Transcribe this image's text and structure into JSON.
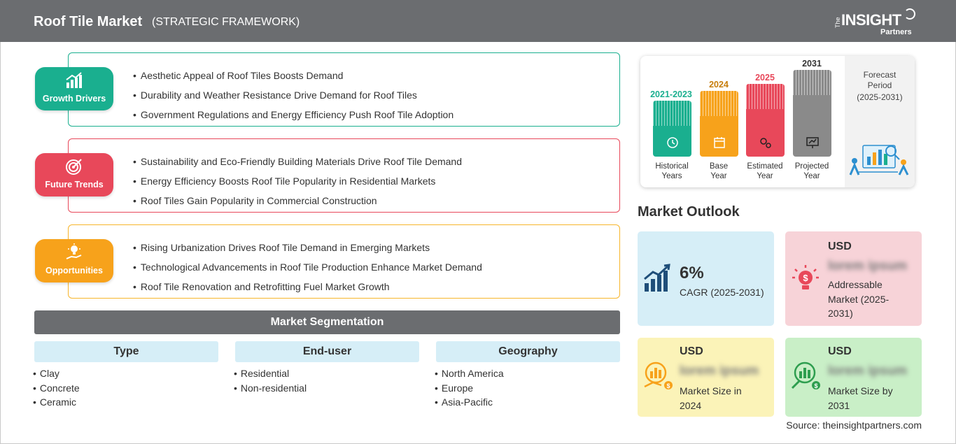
{
  "header": {
    "title": "Roof Tile Market",
    "subtitle": "(STRATEGIC FRAMEWORK)",
    "logo": {
      "the": "The",
      "insight": "INSIGHT",
      "partners": "Partners"
    }
  },
  "framework": [
    {
      "label": "Growth Drivers",
      "color": "#1aaf8f",
      "icon": "bar-chart-growth-icon",
      "items": [
        "Aesthetic Appeal of Roof Tiles Boosts Demand",
        "Durability and Weather Resistance Drive Demand for Roof Tiles",
        "Government Regulations and Energy Efficiency Push Roof Tile Adoption"
      ]
    },
    {
      "label": "Future Trends",
      "color": "#e8485a",
      "icon": "target-icon",
      "items": [
        "Sustainability and Eco-Friendly Building Materials Drive Roof Tile Demand",
        "Energy Efficiency Boosts Roof Tile Popularity in Residential Markets",
        "Roof Tiles Gain Popularity in Commercial Construction"
      ]
    },
    {
      "label": "Opportunities",
      "color": "#f7a21b",
      "icon": "lightbulb-hand-icon",
      "items": [
        "Rising Urbanization Drives Roof Tile Demand in Emerging Markets",
        "Technological Advancements in Roof Tile Production Enhance Market Demand",
        "Roof Tile Renovation and Retrofitting Fuel Market Growth"
      ]
    }
  ],
  "segmentation": {
    "title": "Market Segmentation",
    "columns": [
      {
        "header": "Type",
        "items": [
          "Clay",
          "Concrete",
          "Ceramic"
        ]
      },
      {
        "header": "End-user",
        "items": [
          "Residential",
          "Non-residential"
        ]
      },
      {
        "header": "Geography",
        "items": [
          "North America",
          "Europe",
          "Asia-Pacific"
        ]
      }
    ]
  },
  "timeline": {
    "periods": [
      {
        "year": "2021-2023",
        "label_line1": "Historical",
        "label_line2": "Years",
        "color": "#1aaf8f",
        "icon": "history-icon"
      },
      {
        "year": "2024",
        "label_line1": "Base",
        "label_line2": "Year",
        "color": "#f7a21b",
        "icon": "calendar-icon"
      },
      {
        "year": "2025",
        "label_line1": "Estimated",
        "label_line2": "Year",
        "color": "#e8485a",
        "icon": "gears-icon"
      },
      {
        "year": "2031",
        "label_line1": "Projected",
        "label_line2": "Year",
        "color": "#8a8a8a",
        "icon": "presentation-icon"
      }
    ],
    "forecast": {
      "line1": "Forecast",
      "line2": "Period",
      "line3": "(2025-2031)"
    }
  },
  "outlook": {
    "title": "Market Outlook",
    "cagr": {
      "value": "6%",
      "label": "CAGR (2025-2031)",
      "bg": "#d6eef7"
    },
    "addressable": {
      "currency": "USD",
      "value": "lorem ipsum",
      "line1": "Addressable",
      "line2": "Market (2025-",
      "line3": "2031)",
      "bg": "#f7d3d8"
    },
    "size_2024": {
      "currency": "USD",
      "value": "lorem ipsum",
      "line1": "Market Size in",
      "line2": "2024",
      "bg": "#fbf3b8"
    },
    "size_2031": {
      "currency": "USD",
      "value": "lorem ipsum",
      "line1": "Market Size by",
      "line2": "2031",
      "bg": "#c9efc7"
    }
  },
  "source": "Source: theinsightpartners.com"
}
